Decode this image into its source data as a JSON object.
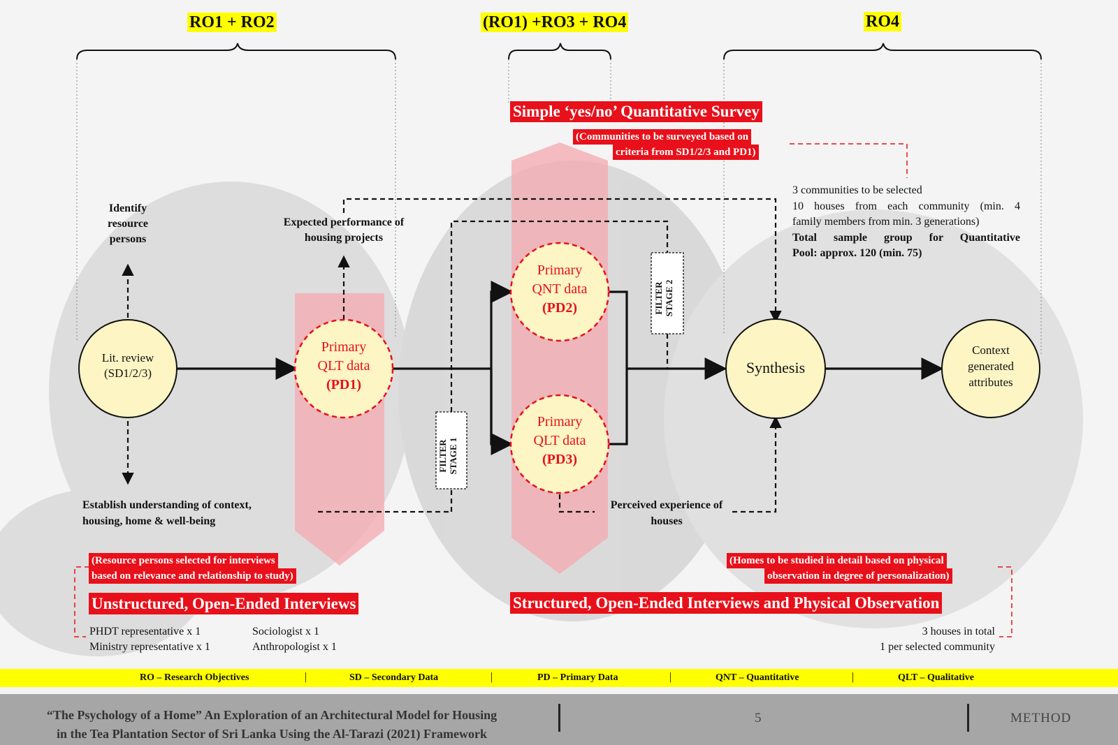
{
  "header": {
    "ro_group1": "RO1 + RO2",
    "ro_group2": "(RO1) +RO3 + RO4",
    "ro_group3": "RO4"
  },
  "nodes": {
    "lit_review": {
      "line1": "Lit. review",
      "line2": "(SD1/2/3)"
    },
    "pd1": {
      "line1": "Primary",
      "line2": "QLT data",
      "line3": "(PD1)"
    },
    "pd2": {
      "line1": "Primary",
      "line2": "QNT data",
      "line3": "(PD2)"
    },
    "pd3": {
      "line1": "Primary",
      "line2": "QLT data",
      "line3": "(PD3)"
    },
    "synthesis": {
      "label": "Synthesis"
    },
    "context": {
      "line1": "Context",
      "line2": "generated",
      "line3": "attributes"
    }
  },
  "filters": {
    "stage1": {
      "line1": "FILTER",
      "line2": "STAGE 1"
    },
    "stage2": {
      "line1": "FILTER",
      "line2": "STAGE 2"
    }
  },
  "annotations": {
    "identify": [
      "Identify",
      "resource",
      "persons"
    ],
    "expected": [
      "Expected performance of",
      "housing projects"
    ],
    "establish": [
      "Establish understanding of context,",
      "housing, home & well-being"
    ],
    "perceived": [
      "Perceived experience of",
      "houses"
    ],
    "sample_line1": "3 communities to be selected",
    "sample_line2": "10 houses from each community (min. 4",
    "sample_line3": "family members from min. 3 generations)",
    "sample_line4": "Total sample group for Quantitative",
    "sample_line5": "Pool: approx. 120 (min. 75)"
  },
  "survey": {
    "title": "Simple ‘yes/no’ Quantitative Survey",
    "sub1": "(Communities to be surveyed based on",
    "sub2": "criteria from SD1/2/3 and PD1)"
  },
  "left_interviews": {
    "note1": "(Resource persons selected for interviews",
    "note2": "based on relevance and relationship to study)",
    "title": "Unstructured, Open-Ended Interviews",
    "p1": "PHDT representative x 1",
    "p2": "Ministry representative x 1",
    "p3": "Sociologist x 1",
    "p4": "Anthropologist x 1"
  },
  "right_interviews": {
    "note1": "(Homes to be studied in detail based on physical",
    "note2": "observation in degree of personalization)",
    "title": "Structured, Open-Ended Interviews and Physical Observation",
    "h1": "3 houses in total",
    "h2": "1 per selected community"
  },
  "legend": {
    "ro": "RO – Research Objectives",
    "sd": "SD – Secondary Data",
    "pd": "PD – Primary Data",
    "qnt": "QNT – Quantitative",
    "qlt": "QLT – Qualitative"
  },
  "footer": {
    "title1": "“The Psychology of a Home” An Exploration of an Architectural Model for Housing",
    "title2": "in the Tea Plantation Sector of Sri Lanka Using the Al-Tarazi (2021) Framework",
    "page": "5",
    "section": "METHOD"
  },
  "colors": {
    "red": "#e8101a",
    "yellow": "#ffff00",
    "circle_fill": "#fdf5c4",
    "band": "#f4aab0",
    "footer": "#a6a6a6"
  }
}
